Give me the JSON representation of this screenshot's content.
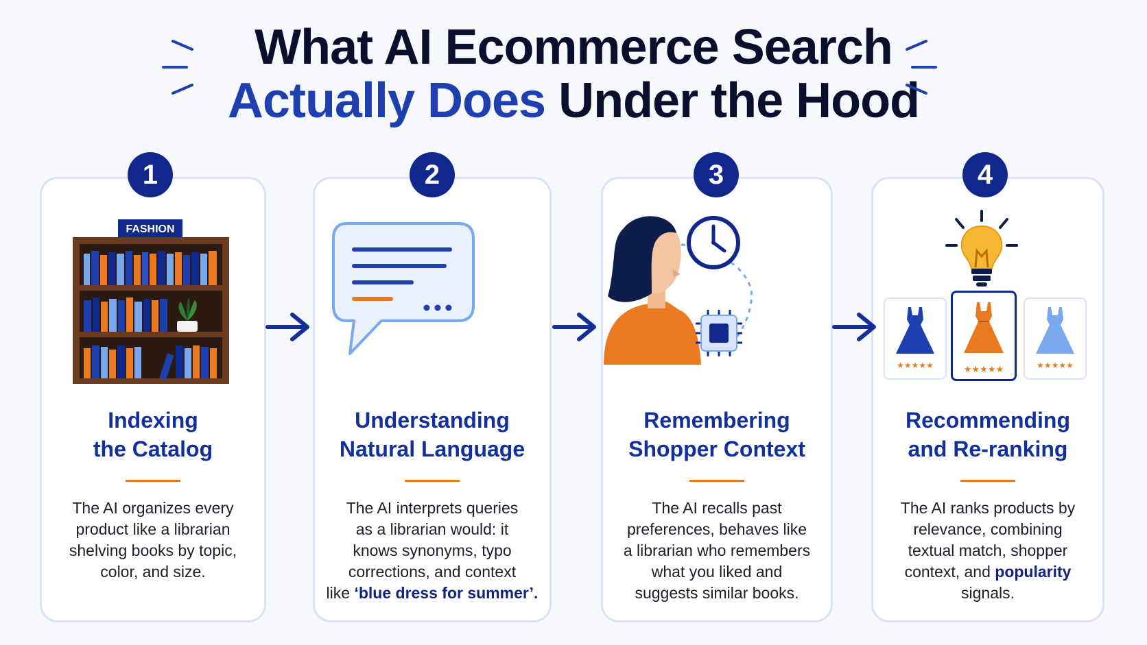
{
  "title": {
    "line1": "What AI Ecommerce Search",
    "line2_accent": "Actually Does",
    "line2_rest": "Under the Hood"
  },
  "colors": {
    "navy": "#10288c",
    "heading_blue": "#13309a",
    "accent_orange": "#ea7a1f",
    "light_blue": "#7aa8ee",
    "card_border": "#d9e2f5"
  },
  "steps": [
    {
      "number": "1",
      "icon": "bookshelf-icon",
      "shelf_label": "FASHION",
      "heading_line1": "Indexing",
      "heading_line2": "the Catalog",
      "desc_lines": [
        "The AI organizes every",
        "product like a librarian",
        "shelving books by topic,",
        "color, and size."
      ]
    },
    {
      "number": "2",
      "icon": "chat-bubble-icon",
      "heading_line1": "Understanding",
      "heading_line2": "Natural Language",
      "desc_lines": [
        "The AI interprets queries",
        "as a librarian would: it",
        "knows synonyms, typo",
        "corrections, and context"
      ],
      "desc_last_prefix": "like ",
      "desc_last_highlight": "‘blue dress for summer’."
    },
    {
      "number": "3",
      "icon": "shopper-memory-icon",
      "heading_line1": "Remembering",
      "heading_line2": "Shopper Context",
      "desc_lines": [
        "The AI recalls past",
        "preferences, behaves like",
        "a librarian who remembers",
        "what you liked and",
        "suggests similar books."
      ]
    },
    {
      "number": "4",
      "icon": "lightbulb-ranking-icon",
      "heading_line1": "Recommending",
      "heading_line2": "and Re-ranking",
      "desc_lines": [
        "The AI ranks products by",
        "relevance, combining",
        "textual match, shopper"
      ],
      "desc_line4_prefix": "context, and ",
      "desc_line4_highlight": "popularity",
      "desc_line5": "signals.",
      "product_ratings": [
        "★★★★★",
        "★★★★★",
        "★★★★★"
      ]
    }
  ]
}
